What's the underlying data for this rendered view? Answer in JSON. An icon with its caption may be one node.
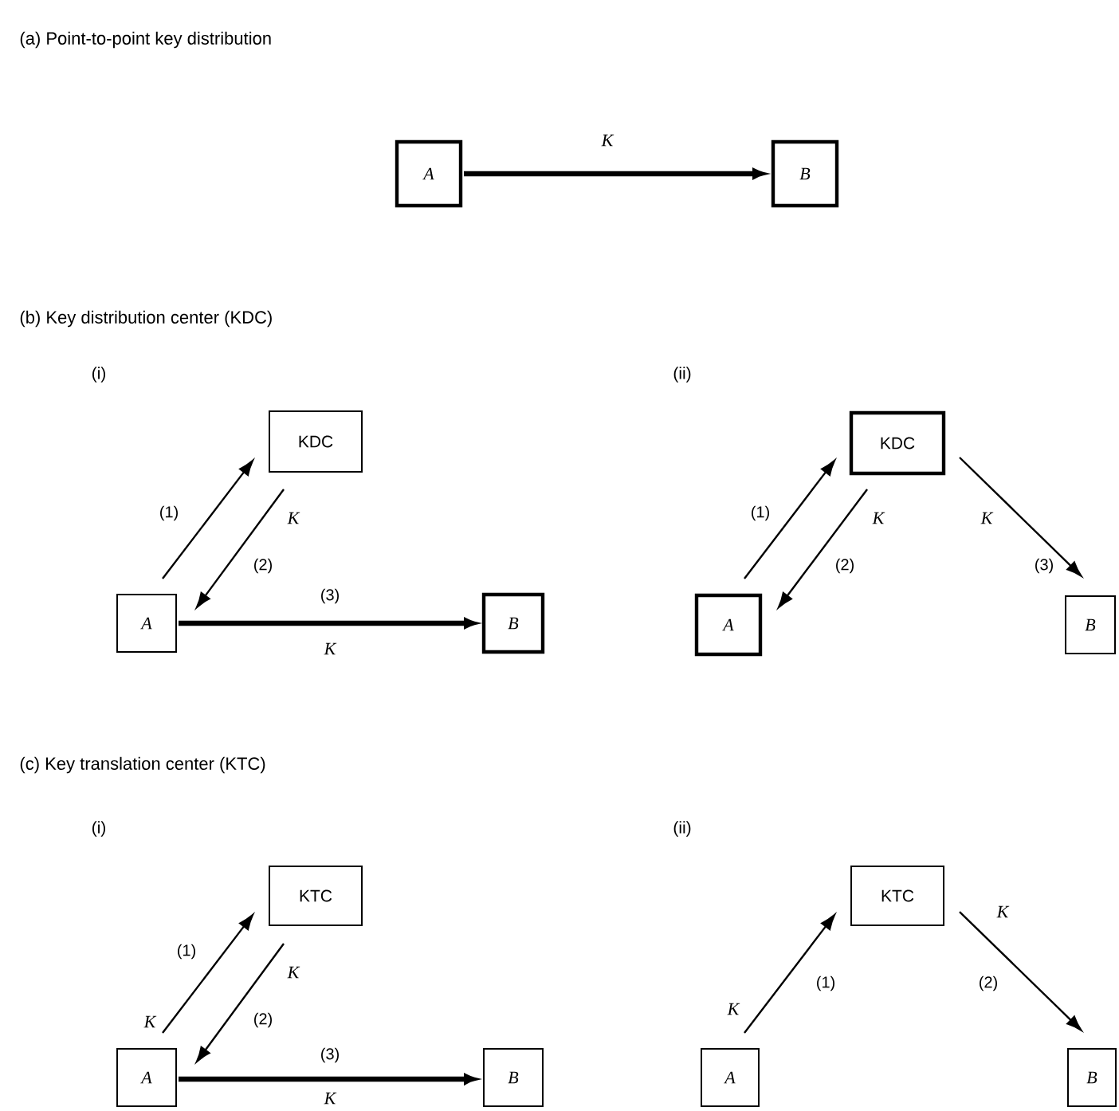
{
  "diagram": {
    "nodes": [
      {
        "text": [
          "A"
        ]
      },
      {
        "text": [
          "B"
        ]
      },
      {
        "text": [
          "KDC"
        ]
      },
      {
        "text": [
          "A"
        ]
      },
      {
        "text": [
          "B"
        ]
      },
      {
        "text": [
          "KDC"
        ]
      },
      {
        "text": [
          "A"
        ]
      },
      {
        "text": [
          "B"
        ]
      },
      {
        "text": [
          "KTC"
        ]
      },
      {
        "text": [
          "A"
        ]
      },
      {
        "text": [
          "B"
        ]
      },
      {
        "text": [
          "KTC"
        ]
      },
      {
        "text": [
          "A"
        ]
      },
      {
        "text": [
          "B"
        ]
      }
    ],
    "edges": [
      {
        "from": 0,
        "to": 1,
        "arrow": "to",
        "label": "K",
        "style": "thick"
      },
      {
        "from": 3,
        "to": 2,
        "arrow": "to",
        "label": "(1)"
      },
      {
        "from": 2,
        "to": 3,
        "arrow": "to",
        "label": "(2)"
      },
      {
        "from": 3,
        "to": 4,
        "arrow": "to",
        "label": "(3)",
        "style": "thick"
      },
      {
        "from": 6,
        "to": 5,
        "arrow": "to",
        "label": "(1)"
      },
      {
        "from": 5,
        "to": 6,
        "arrow": "to",
        "label": "(2)"
      },
      {
        "from": 5,
        "to": 7,
        "arrow": "to",
        "label": "(3)"
      },
      {
        "from": 9,
        "to": 8,
        "arrow": "to",
        "label": "(1)"
      },
      {
        "from": 8,
        "to": 9,
        "arrow": "to",
        "label": "(2)"
      },
      {
        "from": 9,
        "to": 10,
        "arrow": "to",
        "label": "(3)",
        "style": "thick"
      },
      {
        "from": 12,
        "to": 11,
        "arrow": "to",
        "label": "(1)"
      },
      {
        "from": 11,
        "to": 13,
        "arrow": "to",
        "label": "(2)"
      }
    ],
    "labels": [
      "(a) Point-to-point key distribution",
      "(b) Key distribution center (KDC)",
      "(i)",
      "(ii)",
      "K",
      "K",
      "K",
      "K",
      "(c) Key translation center (KTC)",
      "(i)",
      "(ii)",
      "K",
      "K",
      "K",
      "K",
      "K"
    ]
  }
}
